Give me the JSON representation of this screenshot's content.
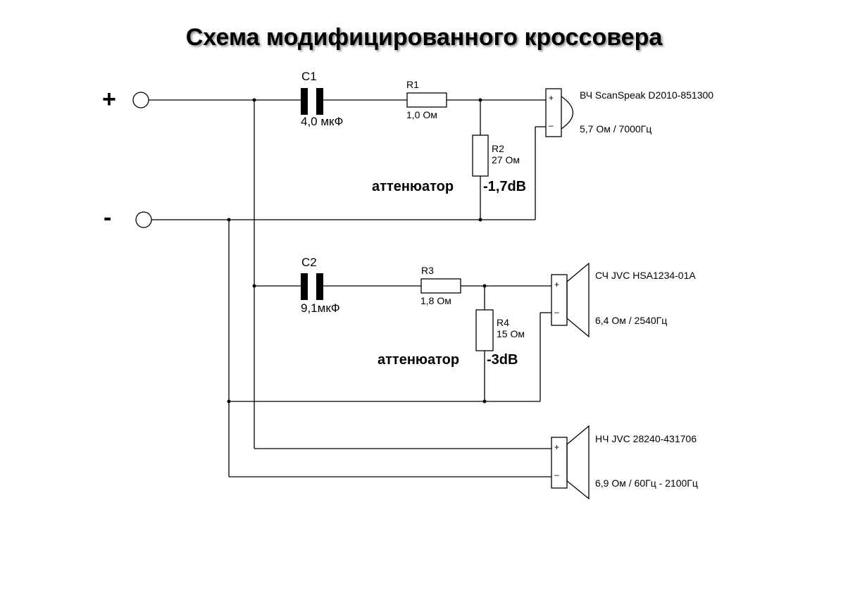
{
  "title": "Схема модифицированного кроссовера",
  "terminals": {
    "plus": "+",
    "minus": "-"
  },
  "capacitors": [
    {
      "id": "C1",
      "value": "4,0 мкФ"
    },
    {
      "id": "C2",
      "value": "9,1мкФ"
    }
  ],
  "resistors": [
    {
      "id": "R1",
      "value": "1,0 Ом"
    },
    {
      "id": "R2",
      "value": "27 Ом"
    },
    {
      "id": "R3",
      "value": "1,8 Ом"
    },
    {
      "id": "R4",
      "value": "15 Ом"
    }
  ],
  "attenuators": [
    {
      "label": "аттенюатор",
      "value": "-1,7dB"
    },
    {
      "label": "аттенюатор",
      "value": "-3dB"
    }
  ],
  "speakers": [
    {
      "name": "ВЧ  ScanSpeak D2010-851300",
      "spec": "5,7 Ом / 7000Гц"
    },
    {
      "name": "СЧ  JVC HSA1234-01A",
      "spec": "6,4 Ом / 2540Гц"
    },
    {
      "name": "НЧ  JVC 28240-431706",
      "spec": "6,9 Ом  /  60Гц - 2100Гц"
    }
  ],
  "polarity": {
    "plus": "+",
    "minus": "–"
  }
}
